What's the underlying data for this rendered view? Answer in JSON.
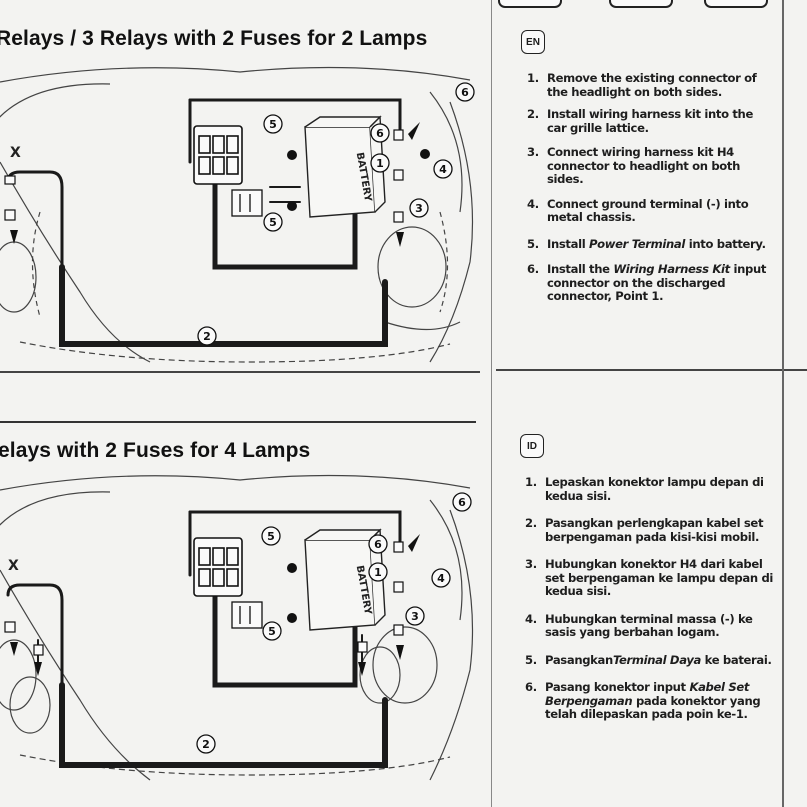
{
  "section_en": {
    "title": "Relays / 3 Relays with 2 Fuses for 2 Lamps",
    "badge": "EN",
    "steps": [
      {
        "num": "1.",
        "text": "Remove the existing connector of the headlight on both sides."
      },
      {
        "num": "2.",
        "text": "Install wiring harness kit into the car grille lattice."
      },
      {
        "num": "3.",
        "text": "Connect wiring harness kit H4 connector to headlight on both sides."
      },
      {
        "num": "4.",
        "text": "Connect ground terminal (-) into metal chassis."
      },
      {
        "num": "5.",
        "pre": "Install ",
        "em": "Power Terminal",
        "post": " into battery."
      },
      {
        "num": "6.",
        "pre": "Install the ",
        "em": "Wiring Harness Kit",
        "post": " input connector on the discharged connector, Point 1."
      }
    ]
  },
  "section_id": {
    "title": "elays with 2 Fuses for 4 Lamps",
    "badge": "ID",
    "steps": [
      {
        "num": "1.",
        "text": "Lepaskan konektor lampu depan di kedua sisi."
      },
      {
        "num": "2.",
        "text": "Pasangkan perlengkapan kabel set berpengaman pada kisi-kisi mobil."
      },
      {
        "num": "3.",
        "text": "Hubungkan konektor H4 dari kabel set berpengaman ke lampu depan di kedua sisi."
      },
      {
        "num": "4.",
        "text": "Hubungkan  terminal massa (-) ke sasis yang berbahan logam."
      },
      {
        "num": "5.",
        "pre": "Pasangkan",
        "em": "Terminal Daya",
        "post": " ke baterai."
      },
      {
        "num": "6.",
        "pre": "Pasang konektor input ",
        "em": "Kabel Set Berpengaman",
        "post": " pada konektor yang telah dilepaskan pada poin ke-1."
      }
    ]
  },
  "diagram_labels": {
    "battery": "BATTERY",
    "minus": "X",
    "callouts": [
      "1",
      "2",
      "3",
      "4",
      "5",
      "6"
    ]
  }
}
